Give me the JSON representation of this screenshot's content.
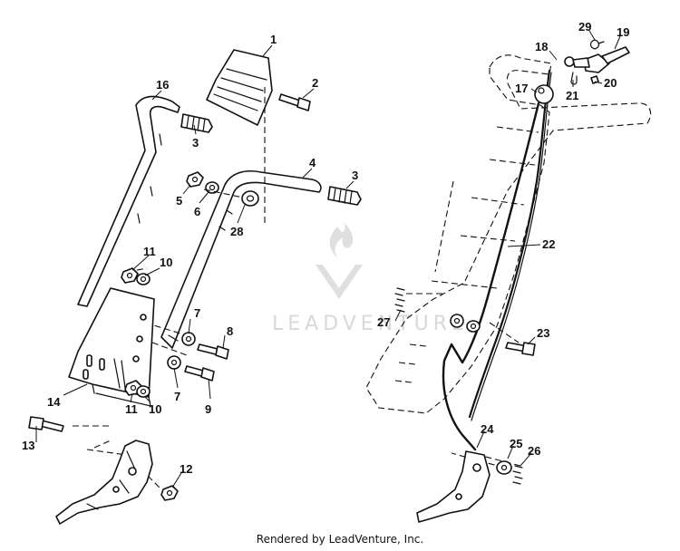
{
  "watermark": {
    "text": "LEADVENTURE",
    "logo_icon": "leadventure-flame-logo-icon"
  },
  "credit": "Rendered by LeadVenture, Inc.",
  "callouts": [
    "1",
    "2",
    "3",
    "16",
    "4",
    "3",
    "5",
    "6",
    "28",
    "11",
    "10",
    "7",
    "8",
    "14",
    "7",
    "9",
    "11",
    "10",
    "13",
    "12",
    "29",
    "19",
    "18",
    "17",
    "21",
    "20",
    "22",
    "27",
    "23",
    "24",
    "25",
    "26"
  ]
}
